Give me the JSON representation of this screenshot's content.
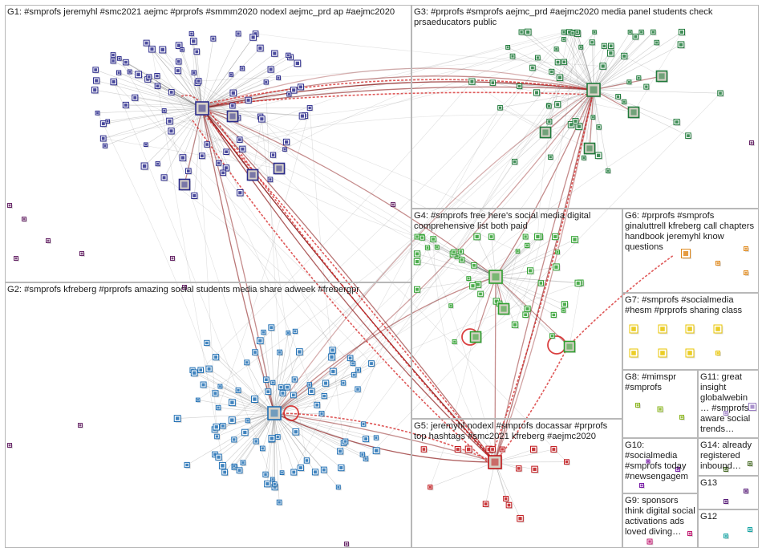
{
  "groups": [
    {
      "id": "g1",
      "label": "G1: #smprofs jeremyhl #smc2021 aejmc #prprofs #smmm2020 nodexl aejmc_prd ap #aejmc2020"
    },
    {
      "id": "g2",
      "label": "G2: #smprofs kfreberg #prprofs amazing social students media share adweek #frebergpr"
    },
    {
      "id": "g3",
      "label": "G3: #prprofs #smprofs aejmc_prd #aejmc2020 media panel students check prsaeducators public"
    },
    {
      "id": "g4",
      "label": "G4: #smprofs free here's social media digital comprehensive list both paid"
    },
    {
      "id": "g5",
      "label": "G5: jeremyhl nodexl #smprofs docassar #prprofs top hashtags #smc2021 kfreberg #aejmc2020"
    },
    {
      "id": "g6",
      "label": "G6: #prprofs #smprofs ginaluttrell kfreberg call chapters handbook jeremyhl know questions"
    },
    {
      "id": "g7",
      "label": "G7: #smprofs #socialmedia #hesm #prprofs sharing class"
    },
    {
      "id": "g8",
      "label": "G8: #mimspr #smprofs"
    },
    {
      "id": "g9",
      "label": "G9: sponsors think digital social activations ads loved diving…"
    },
    {
      "id": "g10",
      "label": "G10: #socialmedia #smprofs today #newsengagem…"
    },
    {
      "id": "g11",
      "label": "G11: great insight globalwebin… #smprofs aware social trends…"
    },
    {
      "id": "g12",
      "label": "G12"
    },
    {
      "id": "g13",
      "label": "G13"
    },
    {
      "id": "g14",
      "label": "G14: already registered inbound…"
    }
  ],
  "colors": {
    "g1": "#2b2b8c",
    "g2": "#1f6fb4",
    "g3": "#1f7a3a",
    "g4": "#2ea02e",
    "g5": "#c0161a",
    "g6": "#e08a1e",
    "g7": "#e8c400",
    "g8": "#8ab41e",
    "g9": "#c0166e",
    "g10": "#7a1fa8",
    "g11": "#9b7fc4",
    "g12": "#1aa5a5",
    "g13": "#5a1f7a",
    "g14": "#4b6e2a",
    "edge": "#555555",
    "edge_strong": "#8b1a1a",
    "edge_red": "#d42020",
    "box_border": "#b8b8b8",
    "background": "#ffffff"
  }
}
